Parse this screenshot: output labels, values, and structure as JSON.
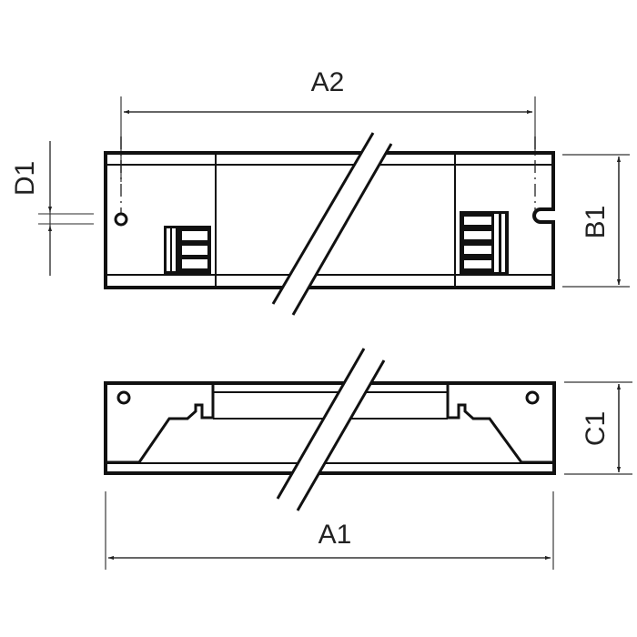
{
  "drawing": {
    "type": "dimensional technical drawing",
    "subject": "electronic ballast / driver housing",
    "views": [
      {
        "name": "top-view",
        "features": [
          "mounting hole (left)",
          "mounting slot (right)",
          "3-pole terminal block (left)",
          "4-pole terminal block (right)",
          "break line"
        ]
      },
      {
        "name": "side-view",
        "features": [
          "mounting hole (left)",
          "mounting hole (right)",
          "stepped profile",
          "break line"
        ]
      }
    ],
    "colors": {
      "line": "#111111",
      "dimension": "#333333",
      "background": "#ffffff"
    }
  },
  "dimensions": {
    "a2": "A2",
    "a1": "A1",
    "b1": "B1",
    "c1": "C1",
    "d1": "D1"
  }
}
